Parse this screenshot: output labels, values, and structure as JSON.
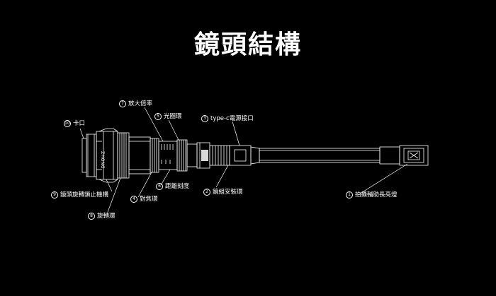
{
  "title": "鏡頭結構",
  "lens_mark": "ZHONG",
  "colors": {
    "background": "#000000",
    "line": "#ffffff"
  },
  "callouts": [
    {
      "id": "c7",
      "num": "7",
      "label": "放大倍率"
    },
    {
      "id": "c5",
      "num": "5",
      "label": "光圈環"
    },
    {
      "id": "c3",
      "num": "3",
      "label": "type-c電源接口"
    },
    {
      "id": "c10",
      "num": "10",
      "label": "卡口"
    },
    {
      "id": "c6",
      "num": "6",
      "label": "距離刻度"
    },
    {
      "id": "c2",
      "num": "2",
      "label": "鏡組安裝環"
    },
    {
      "id": "c9",
      "num": "9",
      "label": "鏡頭旋轉鎖止機構"
    },
    {
      "id": "c4",
      "num": "4",
      "label": "對焦環"
    },
    {
      "id": "c1",
      "num": "1",
      "label": "拍攝輔助長亮燈"
    },
    {
      "id": "c8",
      "num": "8",
      "label": "旋轉環"
    }
  ]
}
